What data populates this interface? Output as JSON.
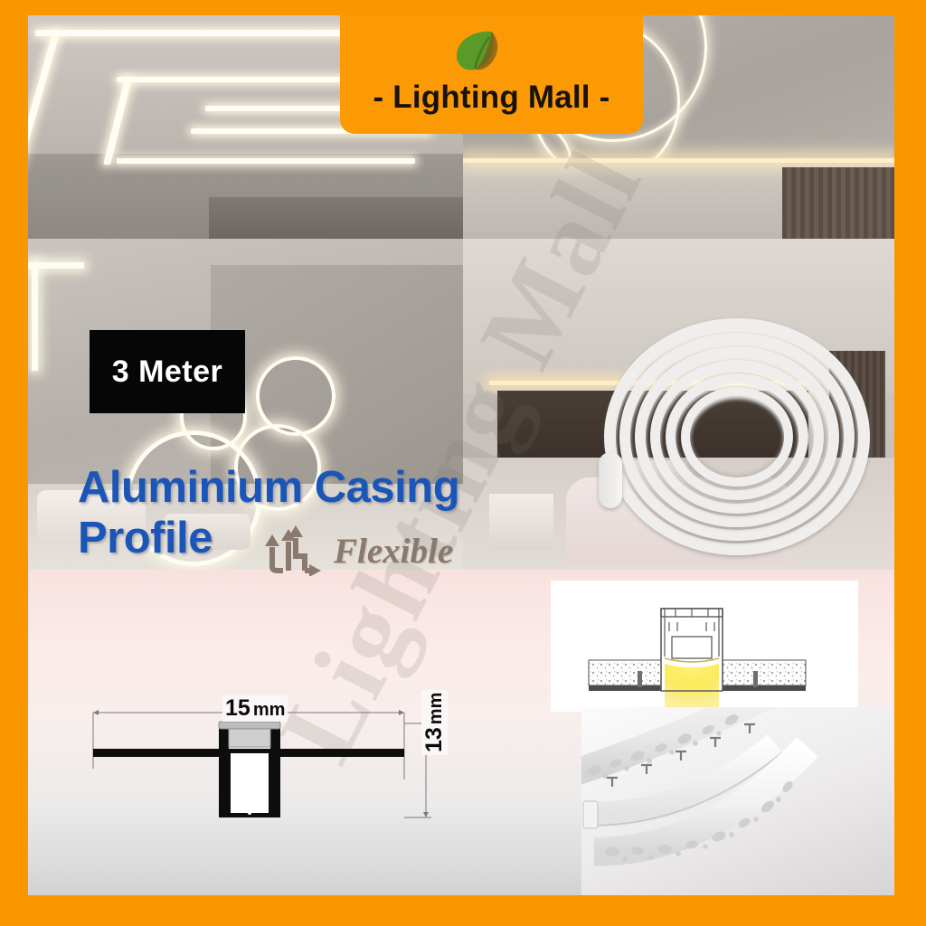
{
  "brand": {
    "banner_text": "- Lighting Mall -",
    "leaf_icon": "leaf-icon",
    "banner_color": "#FB9A05"
  },
  "watermark": {
    "text": "Lighting Mall"
  },
  "badges": {
    "length": "3 Meter"
  },
  "product": {
    "title_line1": "Aluminium Casing",
    "title_line2": "Profile",
    "title_color": "#1A55B8",
    "feature_label": "Flexible",
    "feature_icon": "flexible-arrows-icon"
  },
  "dimensions": {
    "width_value": "15",
    "width_unit": "mm",
    "height_value": "13",
    "height_unit": "mm"
  },
  "photos": {
    "top_left": "ceiling-angular-led-lines",
    "top_right": "ceiling-curved-led-lines",
    "mid_left": "ceiling-circular-led-rings",
    "mid_right": "bedroom-cove-lighting",
    "coil": "coiled-flexible-profile",
    "install": "recessed-installation-cross-section",
    "curved": "curved-flexible-profile-strips"
  },
  "frame": {
    "border_color": "#FA9600"
  }
}
